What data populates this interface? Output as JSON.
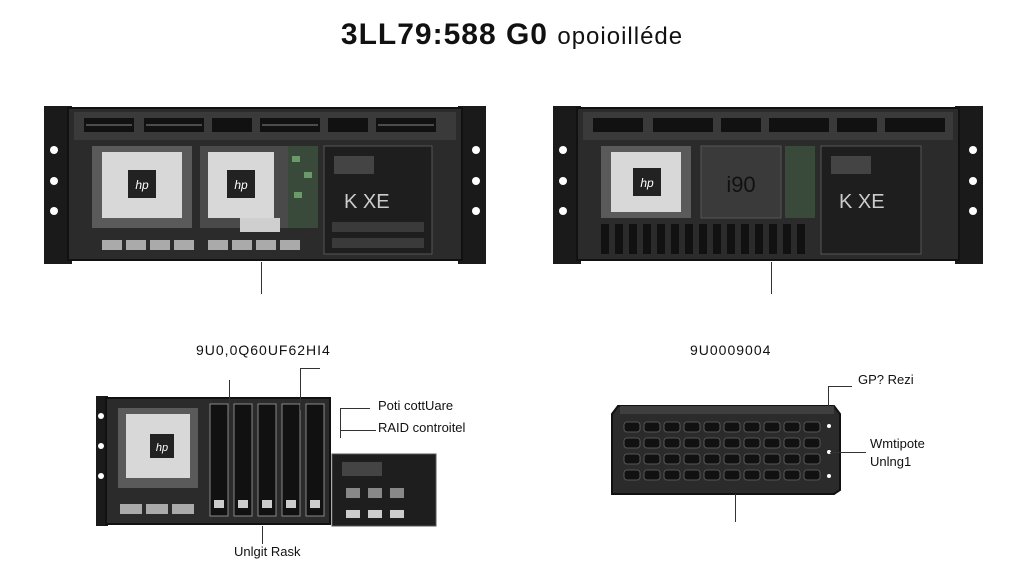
{
  "title": {
    "main": "3LL79:588 G0",
    "sub": "opoioilléde"
  },
  "captions": {
    "left": "9U0,0Q60UF62HI4",
    "right": "9U0009004"
  },
  "callouts": {
    "pci": "Poti cottUare",
    "raid": "RAID controitel",
    "bottom": "Unlgit Rask",
    "gpu": "GP? Rezi",
    "multi1": "Wmtipote",
    "multi2": "Unlng1"
  },
  "logo": "hp",
  "chip_text": "i90",
  "port_text": "K XE"
}
